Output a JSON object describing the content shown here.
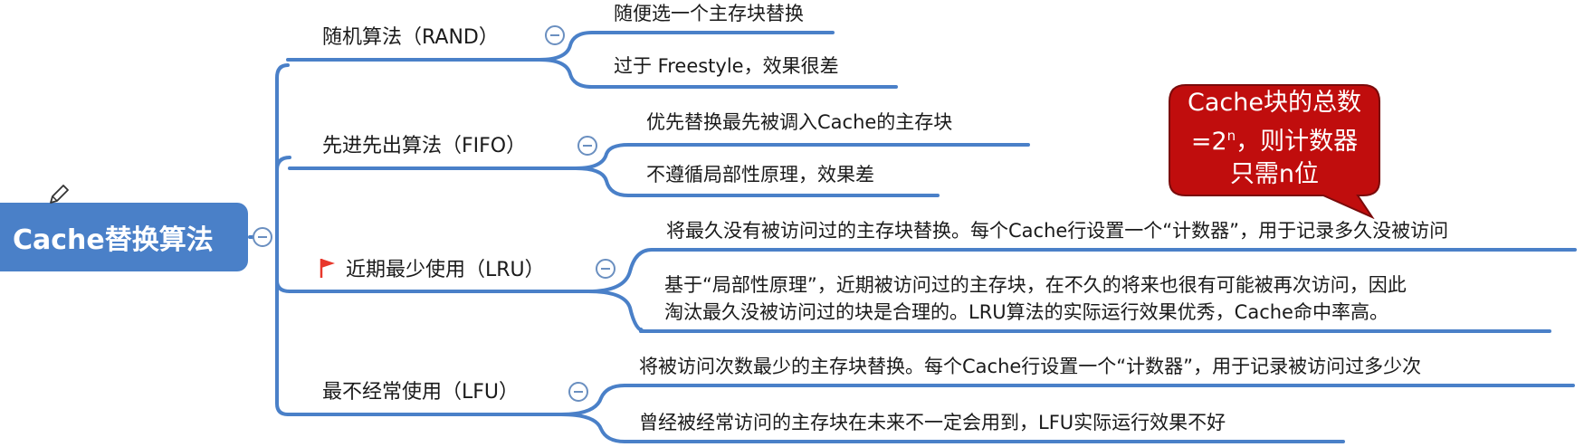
{
  "root": {
    "label": "Cache替换算法"
  },
  "branches": [
    {
      "label": "随机算法（RAND）",
      "leaves": [
        "随便选一个主存块替换",
        "过于 Freestyle，效果很差"
      ]
    },
    {
      "label": "先进先出算法（FIFO）",
      "leaves": [
        "优先替换最先被调入Cache的主存块",
        "不遵循局部性原理，效果差"
      ]
    },
    {
      "label": "近期最少使用（LRU）",
      "flagged": true,
      "leaves": [
        "将最久没有被访问过的主存块替换。每个Cache行设置一个“计数器”，用于记录多久没被访问",
        "基于“局部性原理”，近期被访问过的主存块，在不久的将来也很有可能被再次访问，因此",
        "淘汰最久没被访问过的块是合理的。LRU算法的实际运行效果优秀，Cache命中率高。"
      ]
    },
    {
      "label": "最不经常使用（LFU）",
      "leaves": [
        "将被访问次数最少的主存块替换。每个Cache行设置一个“计数器”，用于记录被访问过多少次",
        "曾经被经常访问的主存块在未来不一定会用到，LFU实际运行效果不好"
      ]
    }
  ],
  "callout": {
    "line1": "Cache块的总数",
    "line2_pre": "=2",
    "line2_sup": "n",
    "line2_post": "，则计数器",
    "line3": "只需n位"
  },
  "colors": {
    "branch_line": "#4a80c8",
    "root_fill": "#4a80c8",
    "callout_fill": "#c00d0d",
    "flag": "#e8372b"
  },
  "icons": [
    "pencil-icon",
    "collapse-icon",
    "flag-icon"
  ]
}
